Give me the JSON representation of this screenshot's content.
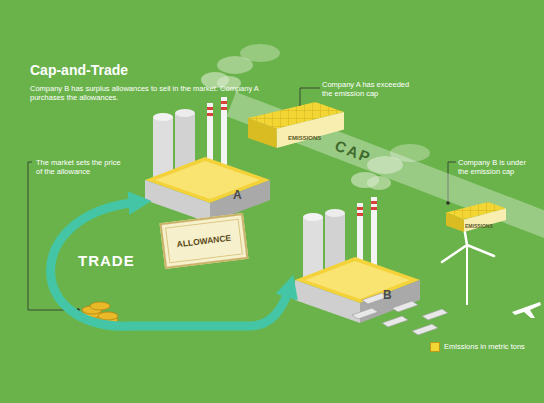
{
  "diagram": {
    "title": "Cap-and-Trade",
    "nodes": [
      {
        "text": [
          "A"
        ]
      },
      {
        "text": [
          "EMISSIONS"
        ]
      },
      {
        "text": [
          "CAP"
        ]
      },
      {
        "text": [
          "EMISSIONS"
        ]
      },
      {
        "text": [
          "ALLOWANCE"
        ]
      },
      {
        "text": [
          "B"
        ]
      }
    ],
    "edges": [
      {
        "from": 0,
        "to": 5,
        "label": "TRADE",
        "arrow": "both"
      }
    ],
    "labels": [
      "Company B has surplus allowances to sell in the market. Company A purchases the allowances.",
      "Company A has exceeded the emission cap",
      "Company B is under the emission cap",
      "The market sets the price of the allowance"
    ],
    "legend": [
      {
        "text": "Emissions in metric tons",
        "color": "#f2d633"
      }
    ]
  }
}
